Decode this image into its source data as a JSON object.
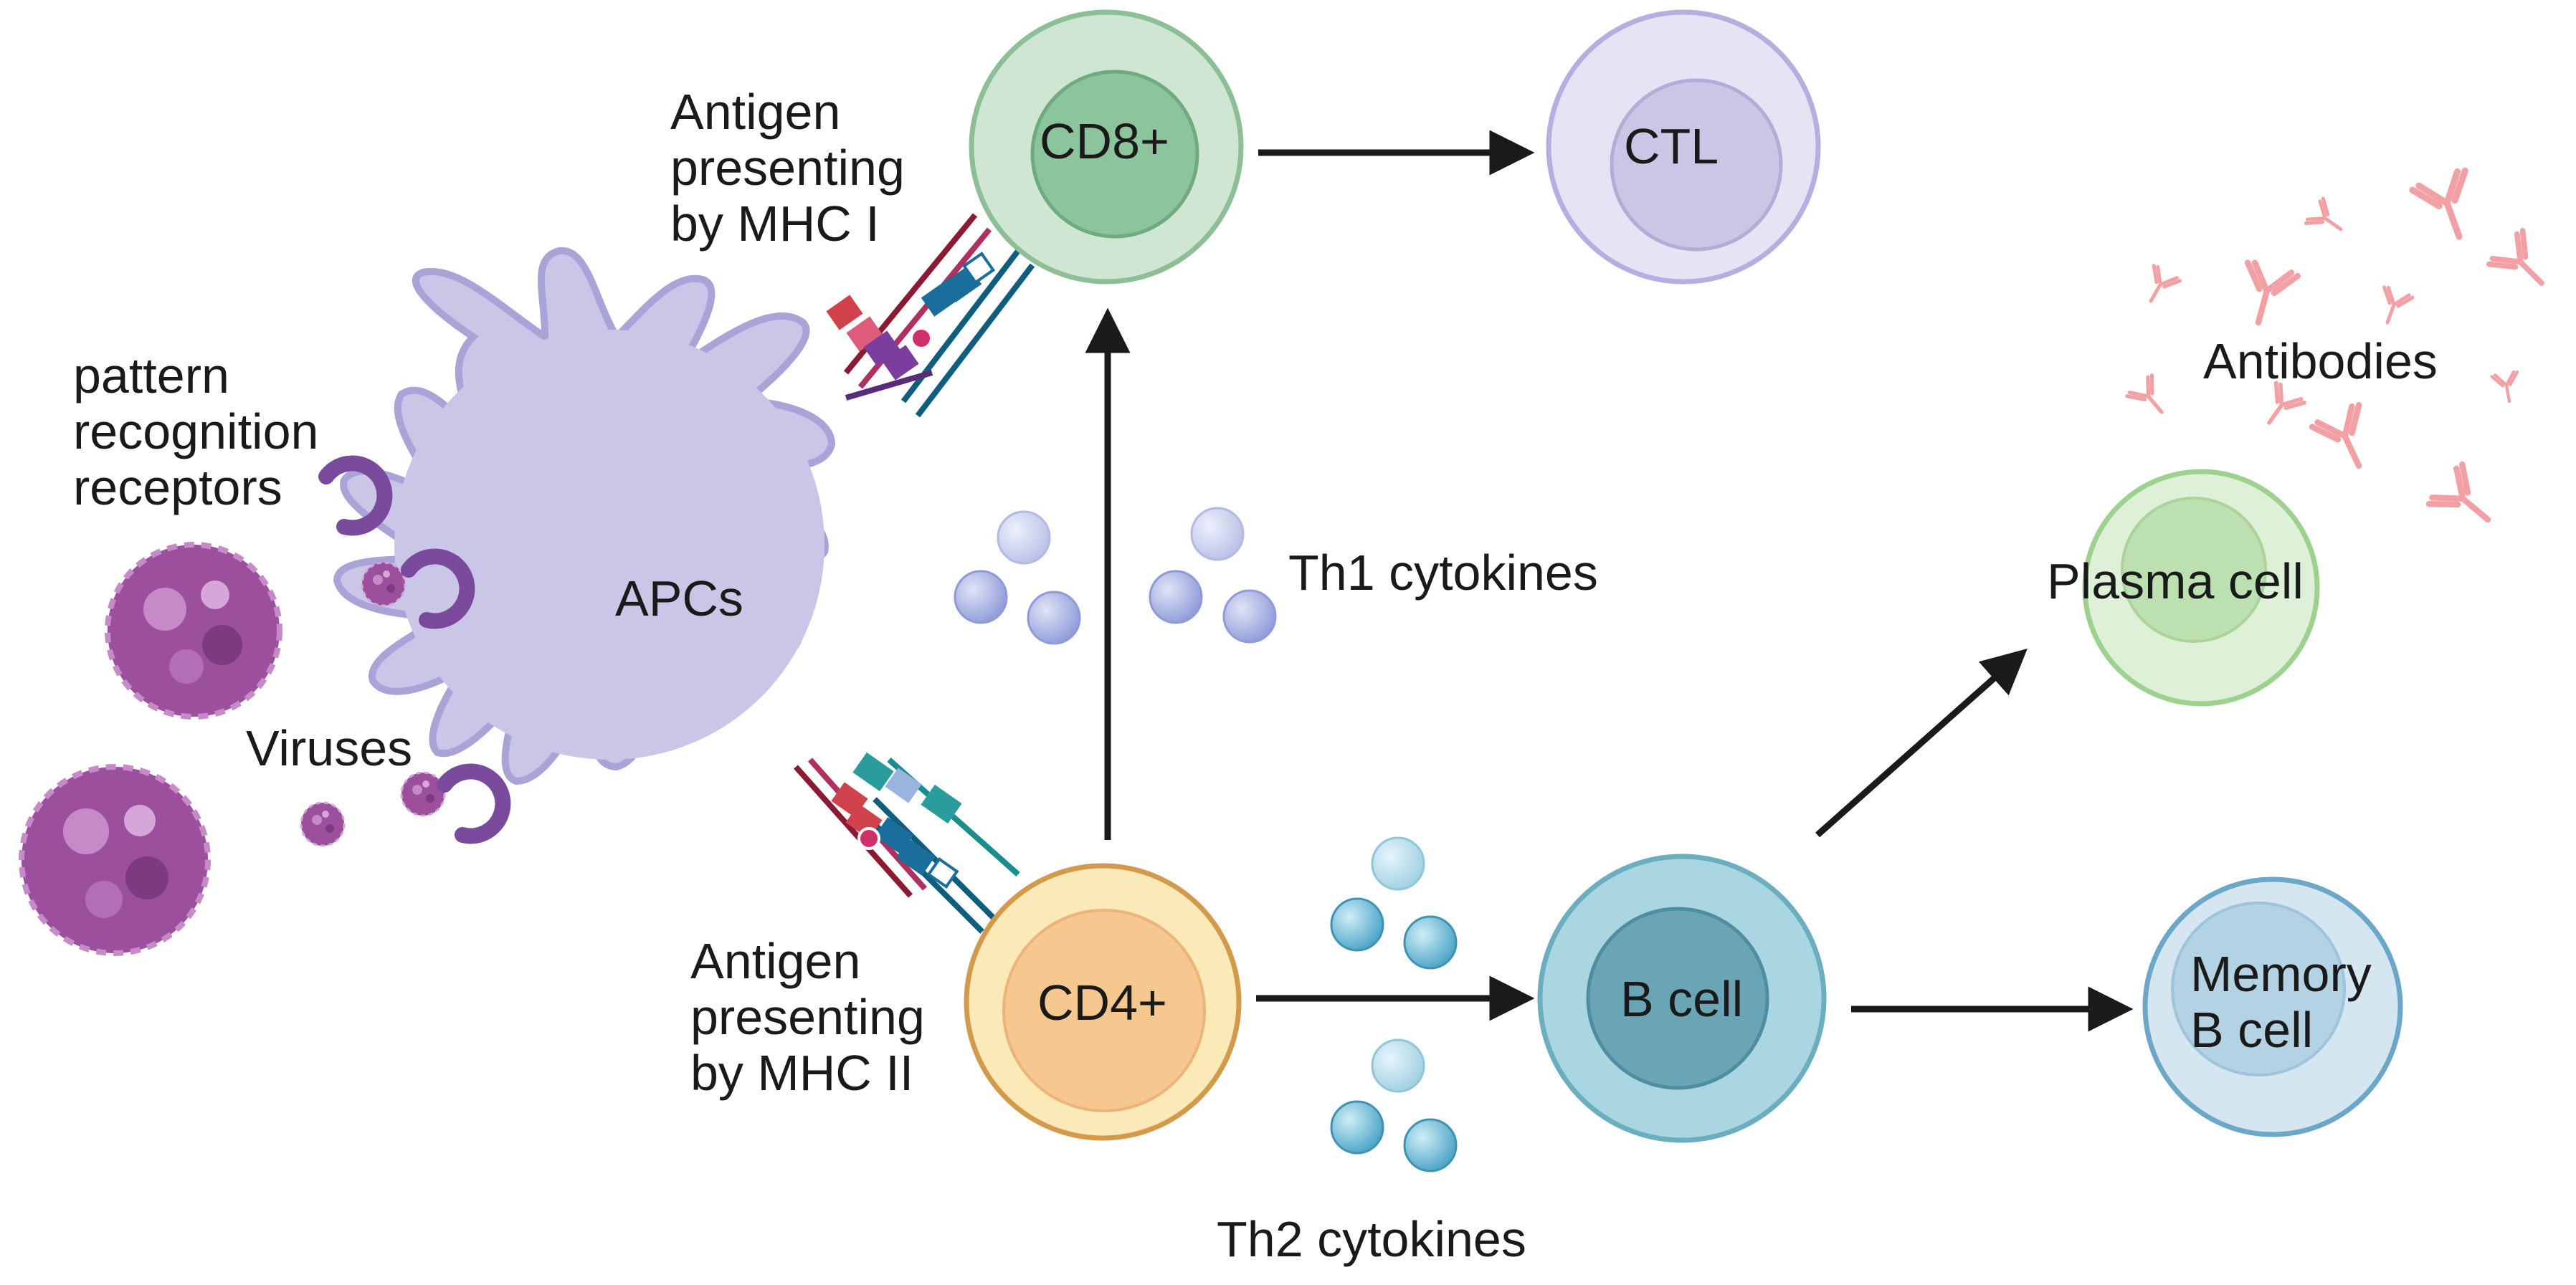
{
  "labels": {
    "mhc1": [
      "Antigen",
      "presenting",
      "by MHC I"
    ],
    "mhc2": [
      "Antigen",
      "presenting",
      "by MHC II"
    ],
    "prr": [
      "pattern",
      "recognition",
      "receptors"
    ],
    "viruses": "Viruses",
    "apc": "APCs",
    "cd8": "CD8+",
    "cd4": "CD4+",
    "ctl": "CTL",
    "th1": "Th1 cytokines",
    "th2": "Th2 cytokines",
    "bcell": "B cell",
    "plasma": "Plasma cell",
    "memory": [
      "Memory",
      "B cell"
    ],
    "antibodies": "Antibodies"
  },
  "colors": {
    "apc_fill": "#c9c6e8",
    "apc_stroke": "#a9a4d8",
    "virus": "#9b4f9c",
    "receptor": "#7a4a9c",
    "cd8_outer": "#cfe6d3",
    "cd8_inner": "#8cc49b",
    "cd4_outer": "#fbe9b7",
    "cd4_inner": "#f6c78f",
    "ctl_outer": "#e8e3f4",
    "ctl_inner": "#cbc5e6",
    "bcell_outer": "#a9d6e1",
    "bcell_inner": "#6aa5b6",
    "plasma_outer": "#def0d7",
    "plasma_inner": "#bde0b1",
    "memory_outer": "#d6e6f0",
    "memory_inner": "#b3d2e3",
    "th1_cytokine": "#8f9bd8",
    "th2_cytokine": "#5fb1d0",
    "antibody": "#f2a0a3",
    "arrow": "#1a1a1a"
  }
}
